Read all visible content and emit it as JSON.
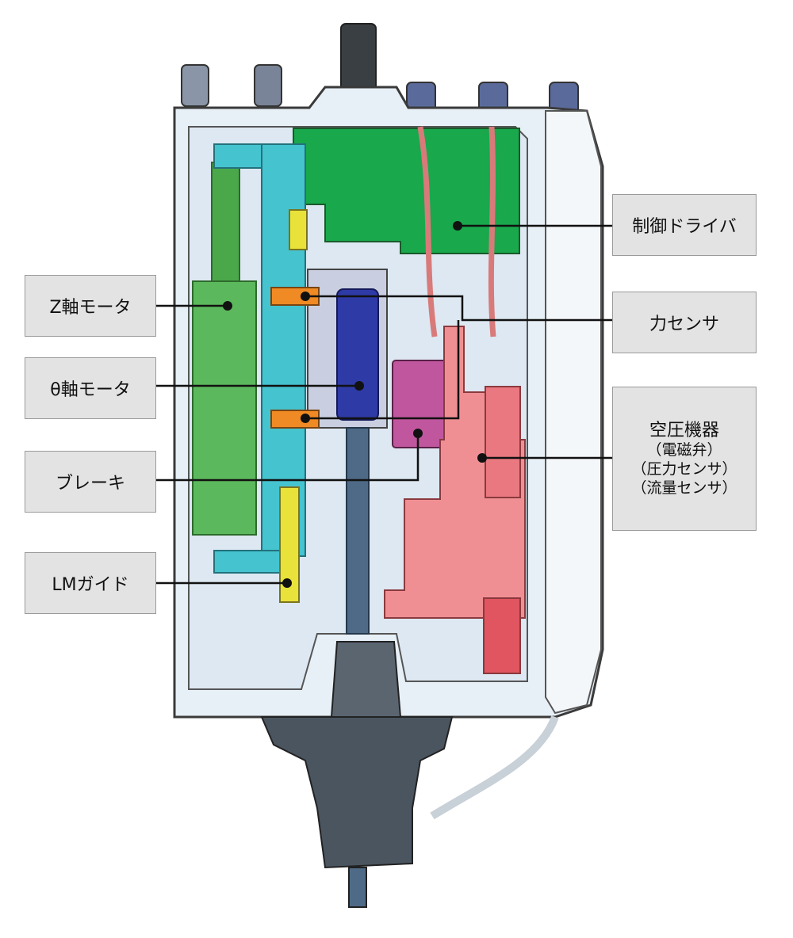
{
  "labels": {
    "control_driver": "制御ドライバ",
    "force_sensor": "力センサ",
    "pneumatic": {
      "title": "空圧機器",
      "items": [
        "（電磁弁）",
        "（圧力センサ）",
        "（流量センサ）"
      ]
    },
    "z_motor": "Z軸モータ",
    "theta_motor": "θ軸モータ",
    "brake": "ブレーキ",
    "lm_guide": "LMガイド"
  },
  "colors": {
    "housing_fill": "#e8f0f7",
    "housing_stroke": "#3a3a3a",
    "pcb_green": "#19a84c",
    "z_motor_green": "#5cb85c",
    "cyan_bracket": "#45c3cf",
    "blue_motor": "#2e3aa6",
    "magenta_brake": "#c0579e",
    "salmon_pneumatic": "#f08f93",
    "orange_part": "#f08a24",
    "yellow_guide": "#e9e23a",
    "dark_nozzle": "#4a5560",
    "tube_pink": "#d97a7a",
    "label_bg": "#e3e3e3",
    "leader_line": "#111111"
  }
}
